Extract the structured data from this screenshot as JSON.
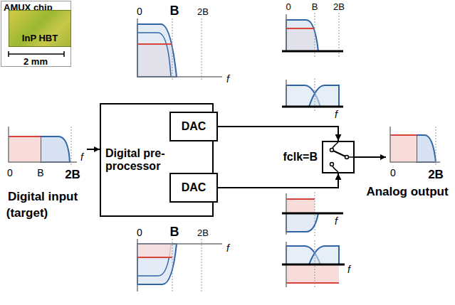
{
  "diagram": {
    "nodes": [
      {
        "text": [
          "AMUX chip"
        ]
      },
      {
        "text": [
          "InP HBT"
        ],
        "in": 0
      },
      {
        "text": [
          "Digital pre-processor"
        ]
      },
      {
        "text": [
          "DAC"
        ],
        "in": 2
      },
      {
        "text": [
          "DAC"
        ],
        "in": 2
      },
      {
        "text": [
          "fclk=B"
        ]
      }
    ],
    "edges": [
      {
        "from": 3,
        "to": 5,
        "arrow": "to"
      },
      {
        "from": 4,
        "to": 5,
        "arrow": "to"
      }
    ],
    "labels": [
      "2 mm",
      "0",
      "B",
      "2B",
      "f",
      "Digital input",
      "(target)",
      "0",
      "B",
      "2B",
      "f",
      "0",
      "B",
      "2B",
      "f",
      "f",
      "f",
      "0",
      "B",
      "2B",
      "f",
      "0",
      "2B",
      "Analog output"
    ]
  }
}
